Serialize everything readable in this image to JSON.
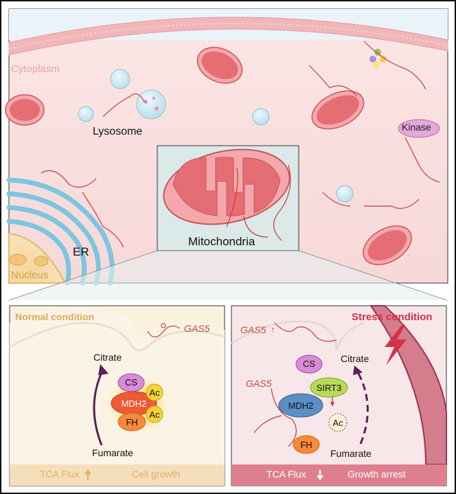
{
  "labels": {
    "cytoplasm": "Cytoplasm",
    "lysosome": "Lysosome",
    "kinase": "Kinase",
    "er": "ER",
    "nucleus": "Nucleus",
    "mitochondria": "Mitochondria"
  },
  "normal_panel": {
    "title": "Normal condition",
    "gas5": "GAS5",
    "citrate": "Citrate",
    "fumarate": "Fumarate",
    "enzymes": {
      "cs": "CS",
      "mdh2": "MDH2",
      "fh": "FH",
      "ac1": "Ac",
      "ac2": "Ac"
    },
    "footer_tca": "TCA Flux",
    "footer_growth": "Cell growth"
  },
  "stress_panel": {
    "title": "Stress condition",
    "gas5_up": "GAS5",
    "gas5": "GAS5",
    "citrate": "Citrate",
    "fumarate": "Fumarate",
    "enzymes": {
      "cs": "CS",
      "sirt3": "SIRT3",
      "mdh2": "MDH2",
      "ac": "Ac",
      "fh": "FH"
    },
    "footer_tca": "TCA Flux",
    "footer_growth": "Growth arrest"
  },
  "colors": {
    "cytoplasm_bg": "#f9e3e3",
    "mito_fill": "#e56d74",
    "normal_bg": "#faf1df",
    "normal_footer": "#f5dfba",
    "stress_bg": "#f8e7e9",
    "stress_footer": "#de7f90",
    "arrow_purple": "#5a1e58",
    "gas5_red": "#c24a3a"
  }
}
